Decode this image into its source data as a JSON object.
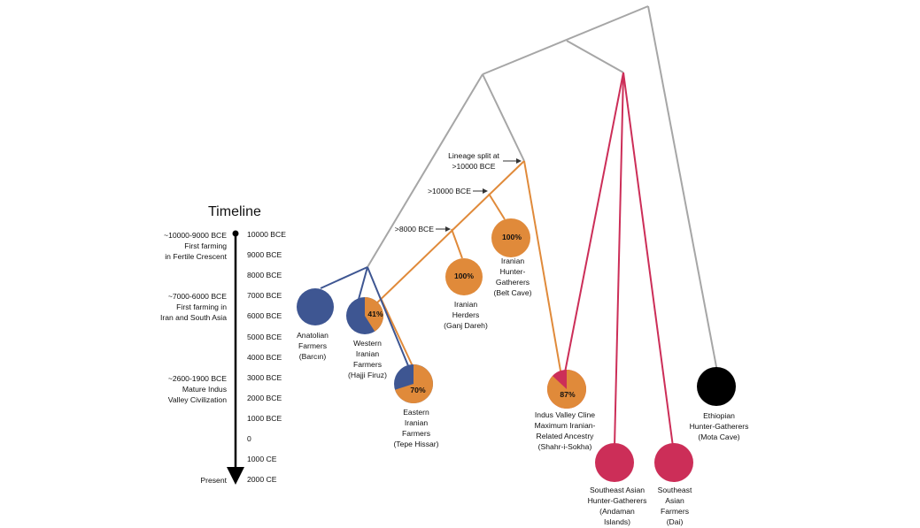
{
  "colors": {
    "gray": "#a6a6a6",
    "orange": "#e08a3a",
    "blue": "#3e5692",
    "crimson": "#cc2e58",
    "black": "#000000"
  },
  "timeline": {
    "title": "Timeline",
    "ticks": [
      "10000 BCE",
      "9000 BCE",
      "8000 BCE",
      "7000 BCE",
      "6000 BCE",
      "5000 BCE",
      "4000 BCE",
      "3000 BCE",
      "2000 BCE",
      "1000 BCE",
      "0",
      "1000 CE",
      "2000 CE"
    ],
    "events": [
      {
        "lines": [
          "~10000-9000 BCE",
          "First farming",
          "in Fertile Crescent"
        ]
      },
      {
        "lines": [
          "~7000-6000 BCE",
          "First farming in",
          "Iran and South Asia"
        ]
      },
      {
        "lines": [
          "~2600-1900 BCE",
          "Mature Indus",
          "Valley Civilization"
        ]
      }
    ],
    "present_label": "Present"
  },
  "annotations": [
    {
      "lines": [
        "Lineage split at",
        ">10000 BCE"
      ]
    },
    {
      "lines": [
        ">10000 BCE"
      ]
    },
    {
      "lines": [
        ">8000 BCE"
      ]
    }
  ],
  "populations": [
    {
      "id": "anatolian",
      "lines": [
        "Anatolian",
        "Farmers",
        "(Barcın)"
      ],
      "pct": "",
      "fraction": 0,
      "base": "blue",
      "slice": "blue"
    },
    {
      "id": "western-iranian",
      "lines": [
        "Western",
        "Iranian",
        "Farmers",
        "(Hajji Firuz)"
      ],
      "pct": "41%",
      "fraction": 0.41,
      "base": "blue",
      "slice": "orange"
    },
    {
      "id": "eastern-iranian",
      "lines": [
        "Eastern",
        "Iranian",
        "Farmers",
        "(Tepe Hissar)"
      ],
      "pct": "70%",
      "fraction": 0.7,
      "base": "blue",
      "slice": "orange"
    },
    {
      "id": "iranian-herders",
      "lines": [
        "Iranian",
        "Herders",
        "(Ganj Dareh)"
      ],
      "pct": "100%",
      "fraction": 1,
      "base": "orange",
      "slice": "orange"
    },
    {
      "id": "iranian-hg",
      "lines": [
        "Iranian",
        "Hunter-",
        "Gatherers",
        "(Belt Cave)"
      ],
      "pct": "100%",
      "fraction": 1,
      "base": "orange",
      "slice": "orange"
    },
    {
      "id": "indus-cline",
      "lines": [
        "Indus Valley Cline",
        "Maximum Iranian-",
        "Related Ancestry",
        "(Shahr-i-Sokha)"
      ],
      "pct": "87%",
      "fraction": 0.87,
      "base": "crimson",
      "slice": "orange"
    },
    {
      "id": "sea-hg",
      "lines": [
        "Southeast Asian",
        "Hunter-Gatherers",
        "(Andaman",
        "Islands)"
      ],
      "pct": "",
      "fraction": 0,
      "base": "crimson",
      "slice": "crimson"
    },
    {
      "id": "sea-farmers",
      "lines": [
        "Southeast",
        "Asian",
        "Farmers",
        "(Dai)"
      ],
      "pct": "",
      "fraction": 0,
      "base": "crimson",
      "slice": "crimson"
    },
    {
      "id": "ethiopian-hg",
      "lines": [
        "Ethiopian",
        "Hunter-Gatherers",
        "(Mota Cave)"
      ],
      "pct": "",
      "fraction": 0,
      "base": "black",
      "slice": "black"
    }
  ]
}
